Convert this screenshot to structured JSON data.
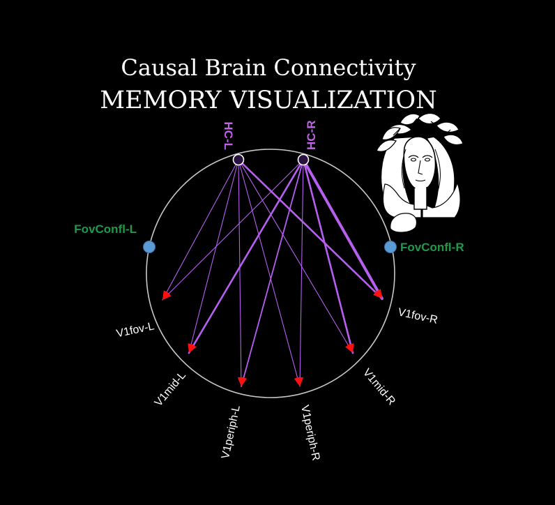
{
  "title": {
    "line1": "Causal Brain Connectivity",
    "line2": "MEMORY VISUALIZATION"
  },
  "colors": {
    "background": "#000000",
    "hc": "#c061e8",
    "fov_confl": "#1f9a4a",
    "fov_dot": "#5b9bd5",
    "v1": "#ffffff",
    "edge": "#b65ff0",
    "arrow": "#ff1010",
    "circle": "#c8c8c8"
  },
  "portrait": {
    "icon": "picasso-portrait-drawing"
  },
  "nodes": {
    "hc_l": {
      "label": "HC-L"
    },
    "hc_r": {
      "label": "HC-R"
    },
    "fovconfl_l": {
      "label": "FovConfl-L"
    },
    "fovconfl_r": {
      "label": "FovConfl-R"
    },
    "v1fov_l": {
      "label": "V1fov-L"
    },
    "v1fov_r": {
      "label": "V1fov-R"
    },
    "v1mid_l": {
      "label": "V1mid-L"
    },
    "v1mid_r": {
      "label": "V1mid-R"
    },
    "v1periph_l": {
      "label": "V1periph-L"
    },
    "v1periph_r": {
      "label": "V1periph-R"
    }
  },
  "edges": [
    {
      "from": "hc_l",
      "to": "v1fov_l",
      "strength": "weak"
    },
    {
      "from": "hc_l",
      "to": "v1fov_r",
      "strength": "strong"
    },
    {
      "from": "hc_l",
      "to": "v1mid_l",
      "strength": "weak"
    },
    {
      "from": "hc_l",
      "to": "v1mid_r",
      "strength": "weak"
    },
    {
      "from": "hc_l",
      "to": "v1periph_l",
      "strength": "weak"
    },
    {
      "from": "hc_l",
      "to": "v1periph_r",
      "strength": "weak"
    },
    {
      "from": "hc_r",
      "to": "v1fov_l",
      "strength": "weak"
    },
    {
      "from": "hc_r",
      "to": "v1fov_r",
      "strength": "strongest"
    },
    {
      "from": "hc_r",
      "to": "v1mid_l",
      "strength": "strong"
    },
    {
      "from": "hc_r",
      "to": "v1mid_r",
      "strength": "strong"
    },
    {
      "from": "hc_r",
      "to": "v1periph_l",
      "strength": "medium"
    },
    {
      "from": "hc_r",
      "to": "v1periph_r",
      "strength": "weak"
    }
  ]
}
